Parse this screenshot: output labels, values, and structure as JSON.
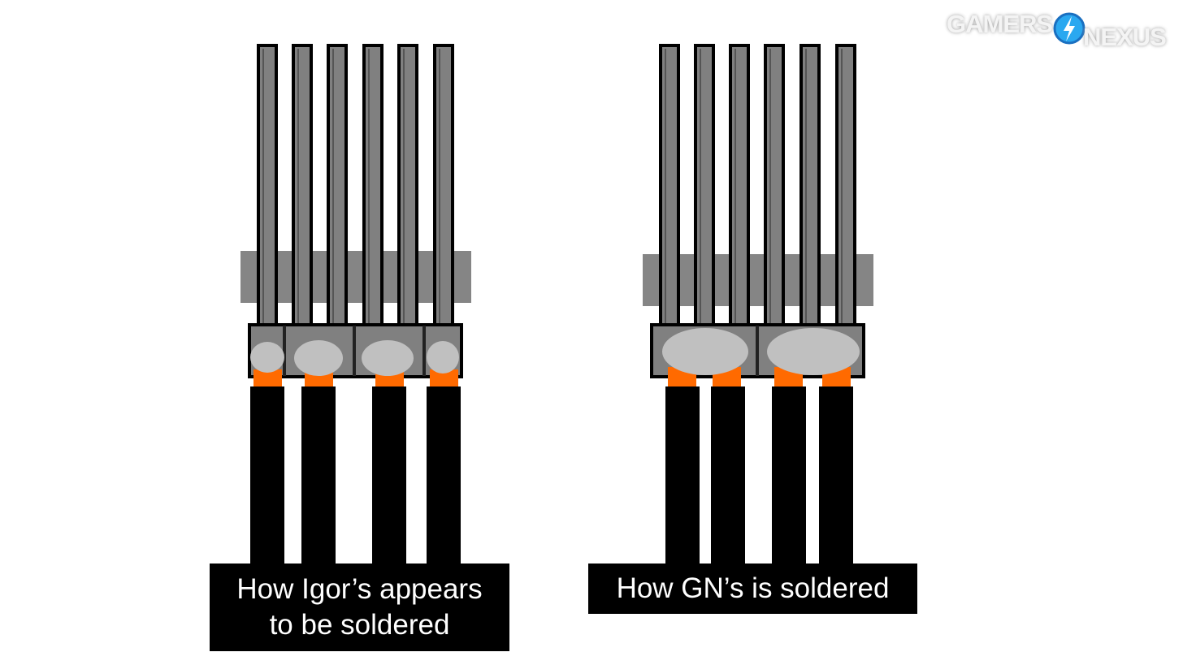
{
  "logo": {
    "text_left": "GAMERS",
    "text_right": "NEXUS"
  },
  "labels": {
    "left_line1": "How Igor’s appears",
    "left_line2": "to be soldered",
    "right": "How GN’s is soldered"
  },
  "colors": {
    "pin_fill": "#808080",
    "outline": "#000000",
    "solder": "#c0c0c0",
    "pad": "#ff6a00",
    "cable": "#000000",
    "logo_accent": "#2aa8f0"
  }
}
